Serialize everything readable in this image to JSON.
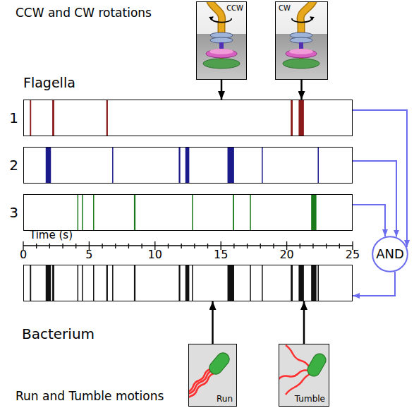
{
  "diagram": {
    "nodes": [
      {
        "text": [
          "CCW"
        ]
      },
      {
        "text": [
          "CW"
        ]
      },
      {
        "text": [
          "1"
        ]
      },
      {
        "text": [
          "2"
        ]
      },
      {
        "text": [
          "3"
        ]
      },
      {
        "text": [
          "AND"
        ]
      },
      {
        "text": [
          "Bacterium"
        ]
      },
      {
        "text": [
          "Run"
        ]
      },
      {
        "text": [
          "Tumble"
        ]
      }
    ],
    "edges": [
      {
        "from": 0,
        "to": 2,
        "arrow": "to"
      },
      {
        "from": 1,
        "to": 2,
        "arrow": "to"
      },
      {
        "from": 2,
        "to": 5,
        "arrow": "to"
      },
      {
        "from": 3,
        "to": 5,
        "arrow": "to"
      },
      {
        "from": 4,
        "to": 5,
        "arrow": "to"
      },
      {
        "from": 5,
        "to": 6,
        "arrow": "to"
      },
      {
        "from": 7,
        "to": 6,
        "arrow": "to"
      },
      {
        "from": 8,
        "to": 6,
        "arrow": "to"
      }
    ],
    "labels": [
      "CCW and CW rotations",
      "Flagella",
      "Time (s)",
      "0",
      "5",
      "10",
      "15",
      "20",
      "25",
      "Run and Tumble motions"
    ]
  }
}
